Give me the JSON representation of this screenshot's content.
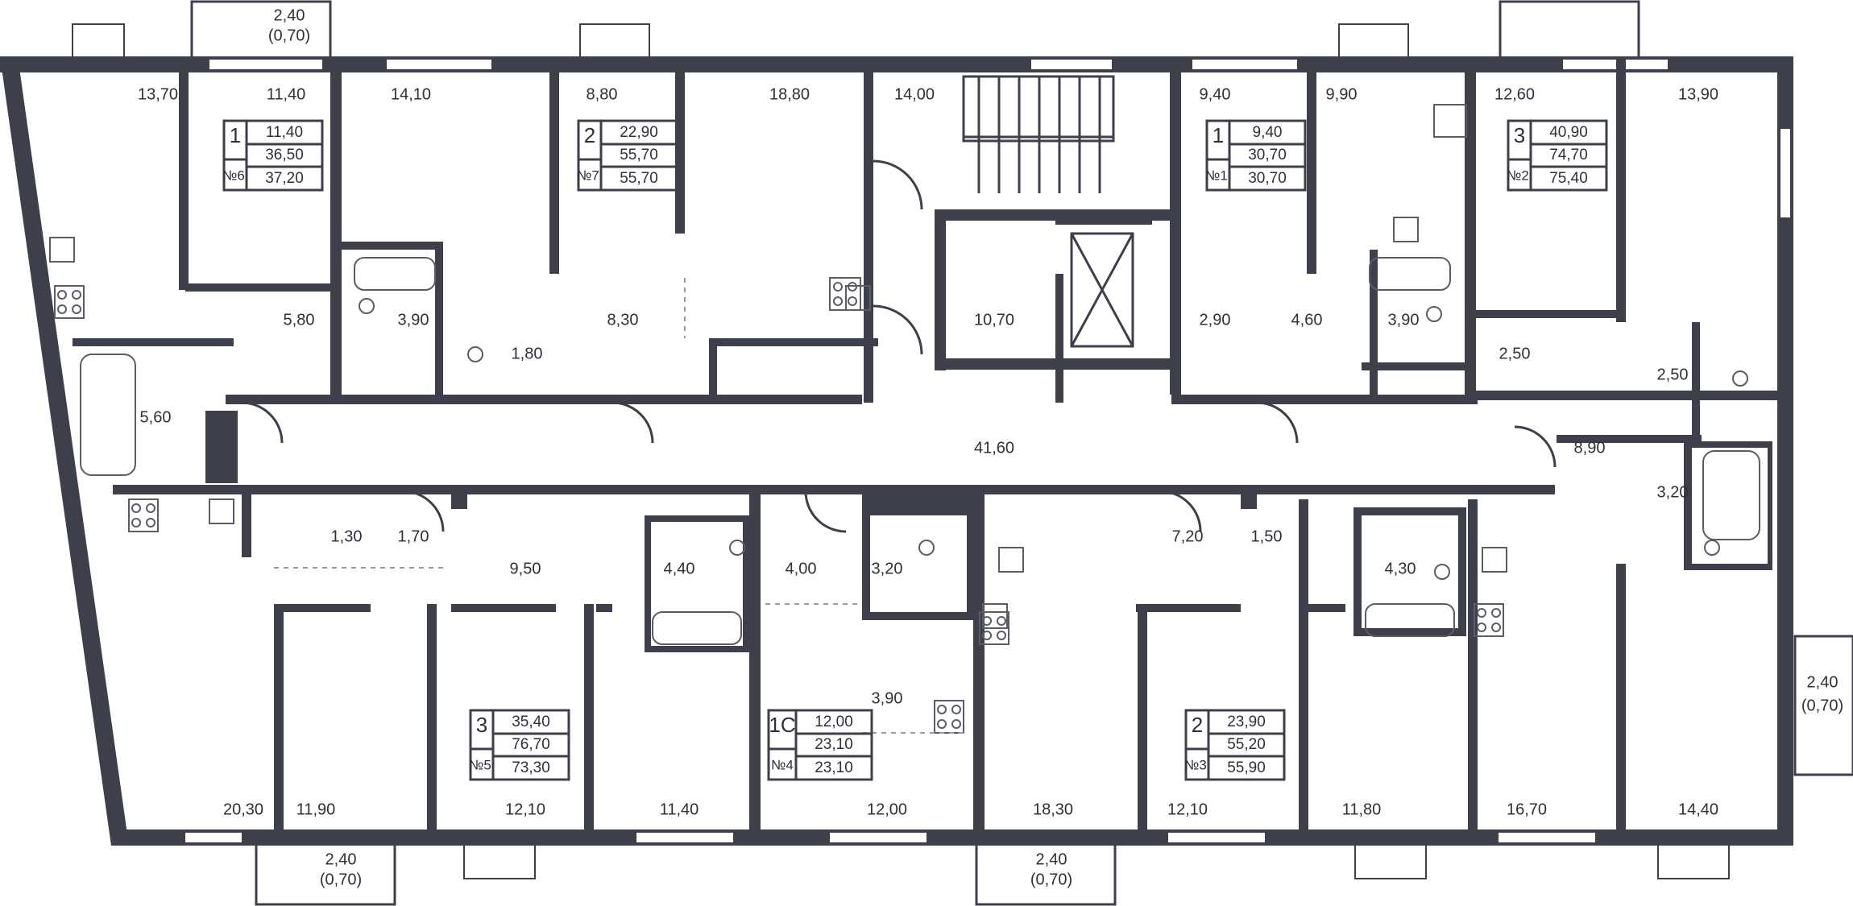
{
  "rooms": [
    {
      "id": "r1",
      "label": "13,70"
    },
    {
      "id": "r2",
      "label": "11,40"
    },
    {
      "id": "r3",
      "label": "14,10"
    },
    {
      "id": "r4",
      "label": "8,80"
    },
    {
      "id": "r5",
      "label": "18,80"
    },
    {
      "id": "r6",
      "label": "14,00"
    },
    {
      "id": "r7",
      "label": "9,40"
    },
    {
      "id": "r8",
      "label": "9,90"
    },
    {
      "id": "r9",
      "label": "12,60"
    },
    {
      "id": "r10",
      "label": "13,90"
    },
    {
      "id": "r11",
      "label": "5,80"
    },
    {
      "id": "r12",
      "label": "3,90"
    },
    {
      "id": "r13",
      "label": "1,80"
    },
    {
      "id": "r14",
      "label": "8,30"
    },
    {
      "id": "r15",
      "label": "10,70"
    },
    {
      "id": "r16",
      "label": "2,90"
    },
    {
      "id": "r17",
      "label": "4,60"
    },
    {
      "id": "r18",
      "label": "3,90"
    },
    {
      "id": "r19",
      "label": "2,50"
    },
    {
      "id": "r20",
      "label": "2,50"
    },
    {
      "id": "r21",
      "label": "5,60"
    },
    {
      "id": "r22",
      "label": "41,60"
    },
    {
      "id": "r23",
      "label": "8,90"
    },
    {
      "id": "r24",
      "label": "3,20"
    },
    {
      "id": "r25",
      "label": "1,30"
    },
    {
      "id": "r26",
      "label": "1,70"
    },
    {
      "id": "r27",
      "label": "9,50"
    },
    {
      "id": "r28",
      "label": "4,40"
    },
    {
      "id": "r29",
      "label": "4,00"
    },
    {
      "id": "r30",
      "label": "3,20"
    },
    {
      "id": "r31",
      "label": "7,20"
    },
    {
      "id": "r32",
      "label": "1,50"
    },
    {
      "id": "r33",
      "label": "4,30"
    },
    {
      "id": "r34",
      "label": "3,90"
    },
    {
      "id": "r35",
      "label": "20,30"
    },
    {
      "id": "r36",
      "label": "11,90"
    },
    {
      "id": "r37",
      "label": "12,10"
    },
    {
      "id": "r38",
      "label": "11,40"
    },
    {
      "id": "r39",
      "label": "12,00"
    },
    {
      "id": "r40",
      "label": "18,30"
    },
    {
      "id": "r41",
      "label": "12,10"
    },
    {
      "id": "r42",
      "label": "11,80"
    },
    {
      "id": "r43",
      "label": "16,70"
    },
    {
      "id": "r44",
      "label": "14,40"
    }
  ],
  "balconies": [
    {
      "id": "b1",
      "area": "2,40",
      "area_reduced": "(0,70)"
    },
    {
      "id": "b2",
      "area": "2,40",
      "area_reduced": "(0,70)"
    },
    {
      "id": "b3",
      "area": "2,40",
      "area_reduced": "(0,70)"
    },
    {
      "id": "b4",
      "area": "2,40",
      "area_reduced": "(0,70)"
    }
  ],
  "apartments": [
    {
      "id": "a6",
      "rooms": "1",
      "number": "№6",
      "living": "11,40",
      "total": "36,50",
      "total_with_balcony": "37,20"
    },
    {
      "id": "a7",
      "rooms": "2",
      "number": "№7",
      "living": "22,90",
      "total": "55,70",
      "total_with_balcony": "55,70"
    },
    {
      "id": "a1",
      "rooms": "1",
      "number": "№1",
      "living": "9,40",
      "total": "30,70",
      "total_with_balcony": "30,70"
    },
    {
      "id": "a2",
      "rooms": "3",
      "number": "№2",
      "living": "40,90",
      "total": "74,70",
      "total_with_balcony": "75,40"
    },
    {
      "id": "a5",
      "rooms": "3",
      "number": "№5",
      "living": "35,40",
      "total": "76,70",
      "total_with_balcony": "73,30"
    },
    {
      "id": "a4",
      "rooms": "1С",
      "number": "№4",
      "living": "12,00",
      "total": "23,10",
      "total_with_balcony": "23,10"
    },
    {
      "id": "a3",
      "rooms": "2",
      "number": "№3",
      "living": "23,90",
      "total": "55,20",
      "total_with_balcony": "55,90"
    }
  ]
}
